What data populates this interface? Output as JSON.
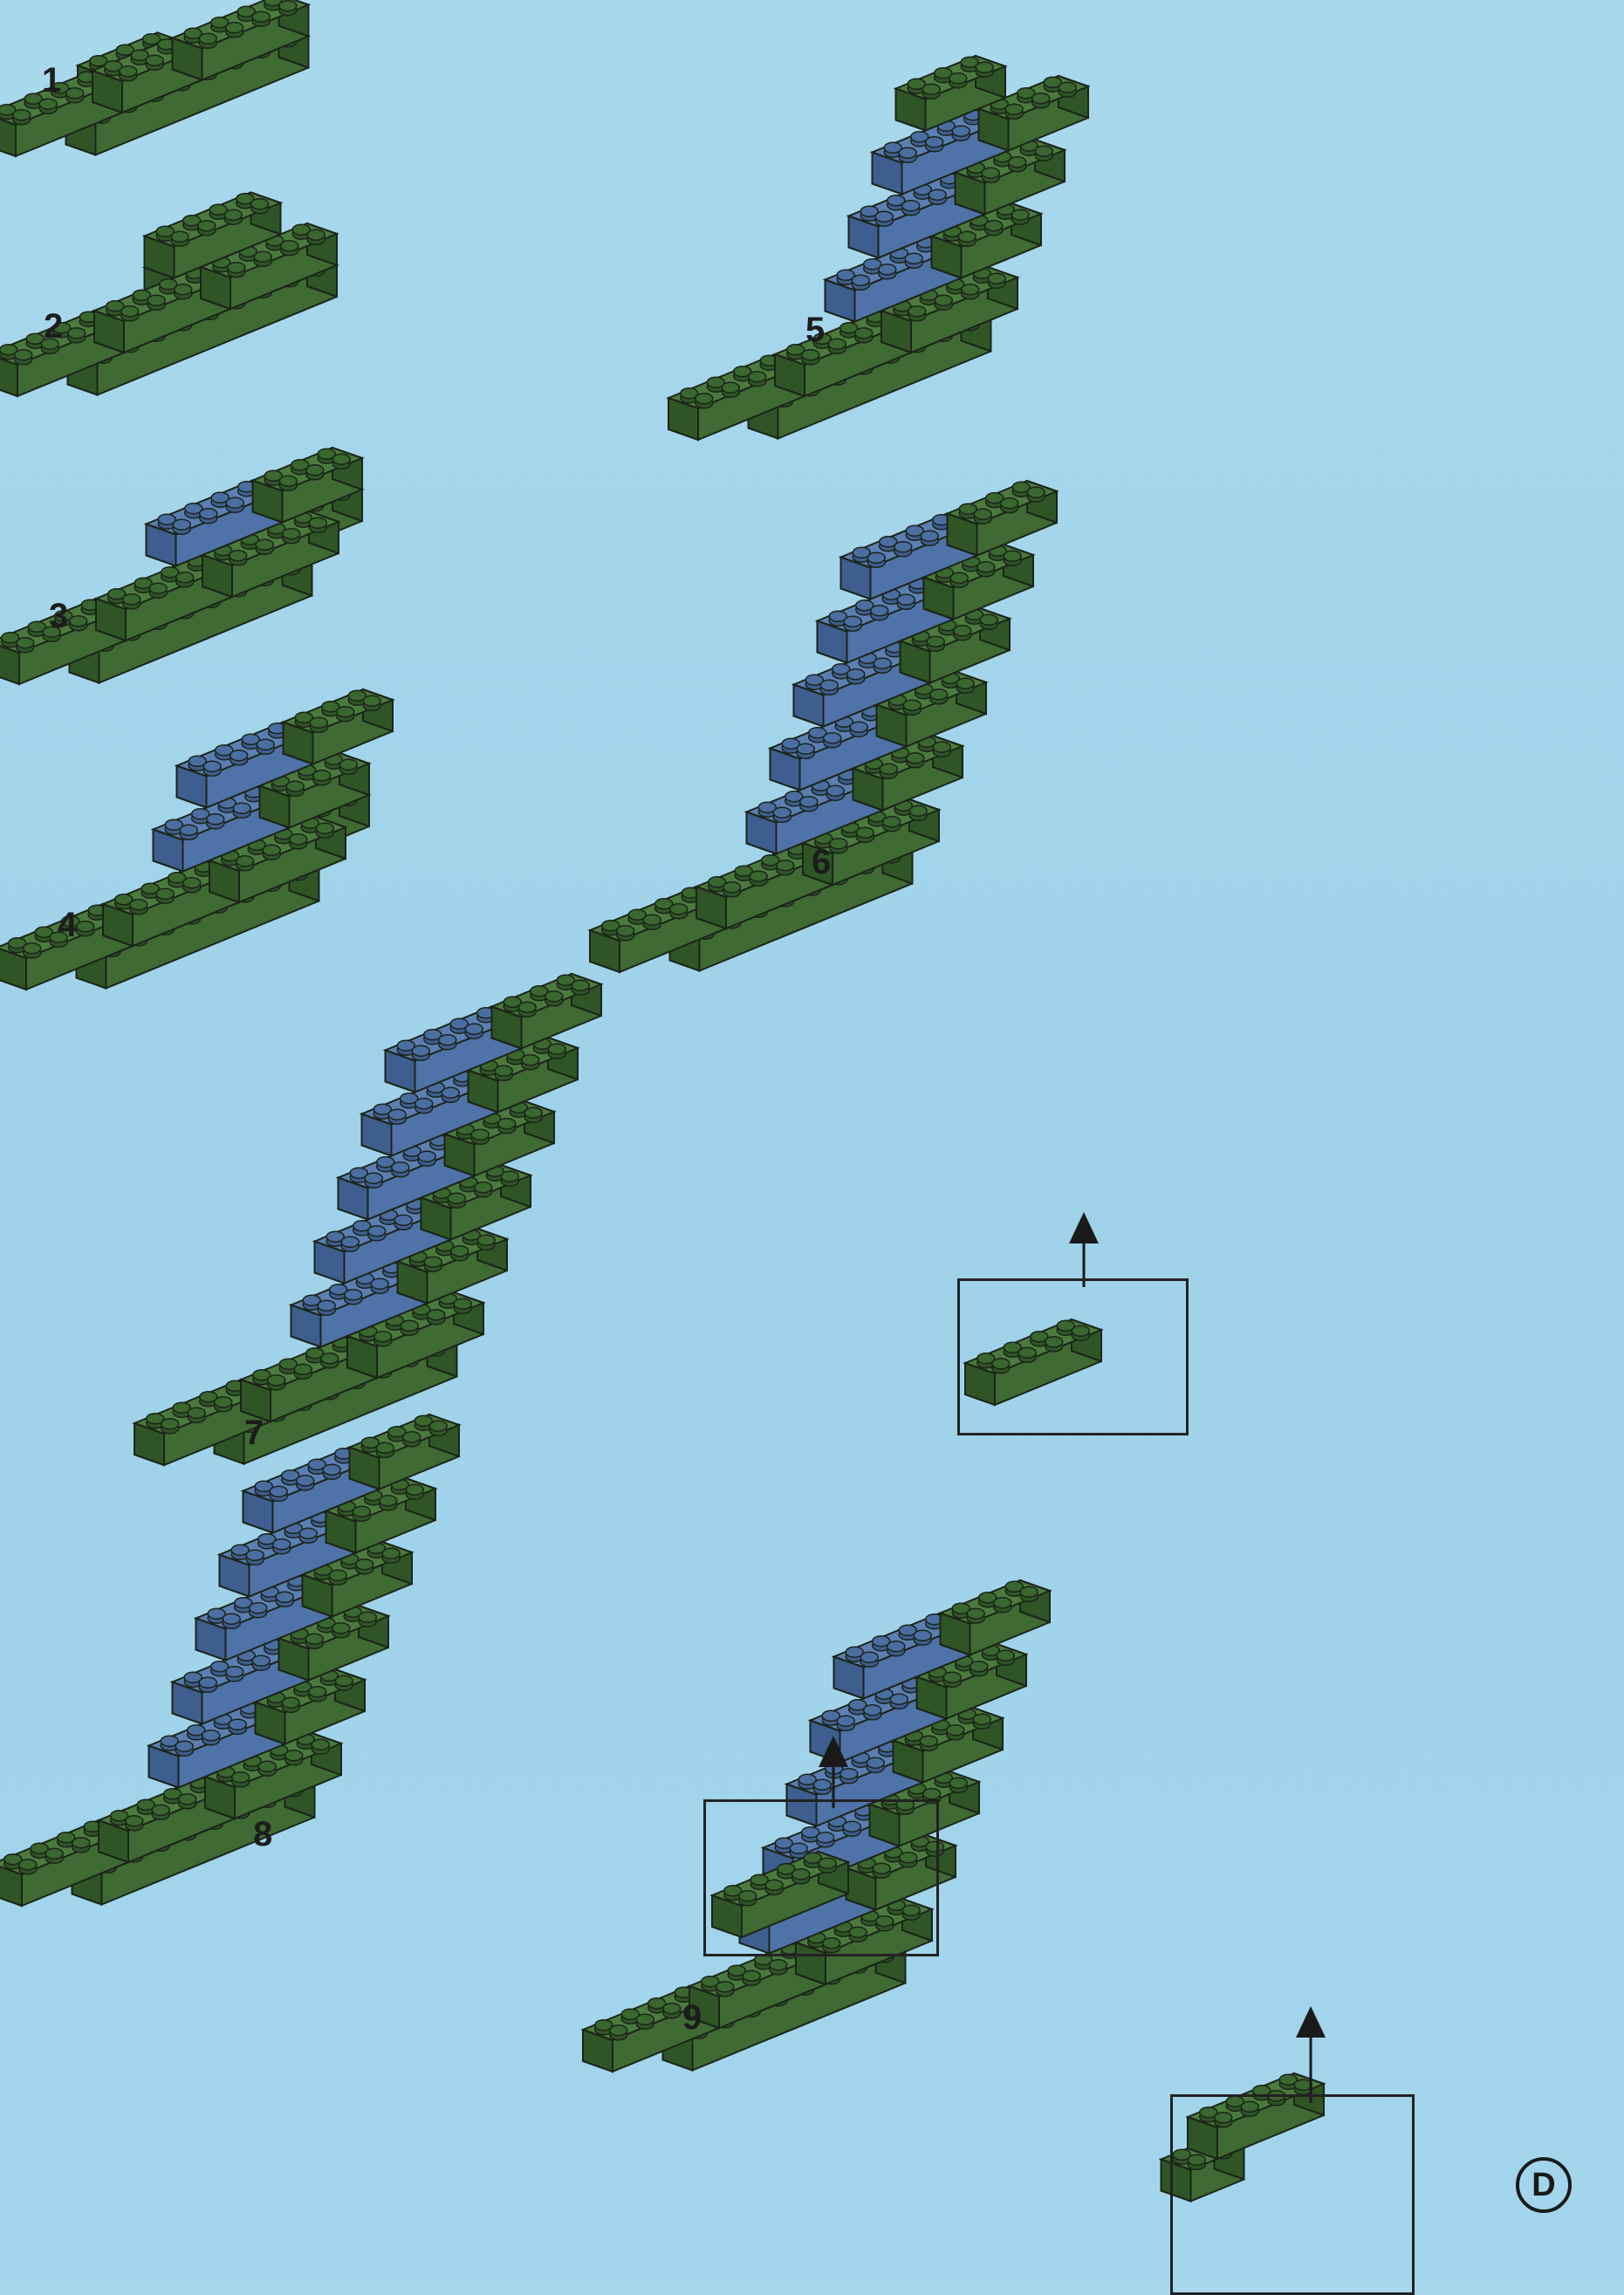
{
  "page": {
    "letter": "D",
    "background": "#a6d6ec"
  },
  "colors": {
    "green_top": "#4b7a3e",
    "green_front": "#3f6a33",
    "green_side": "#2f5527",
    "green_stud": "#3a6630",
    "blue_top": "#5b7fb3",
    "blue_front": "#4f73a8",
    "blue_side": "#3d5e8f",
    "blue_stud": "#4a6ea2",
    "outline": "#1b2418"
  },
  "steps": [
    {
      "number": "1",
      "has_inset": false
    },
    {
      "number": "2",
      "has_inset": false
    },
    {
      "number": "3",
      "has_inset": false
    },
    {
      "number": "4",
      "has_inset": false
    },
    {
      "number": "5",
      "has_inset": false
    },
    {
      "number": "6",
      "has_inset": false
    },
    {
      "number": "7",
      "has_inset": true,
      "inset_part": "green 2x4 brick"
    },
    {
      "number": "8",
      "has_inset": true,
      "inset_part": "green 2x4 brick"
    },
    {
      "number": "9",
      "has_inset": true,
      "inset_part": "green 2x4 brick + green 2x2 brick"
    }
  ],
  "icons": [
    "arrow-up-icon"
  ]
}
